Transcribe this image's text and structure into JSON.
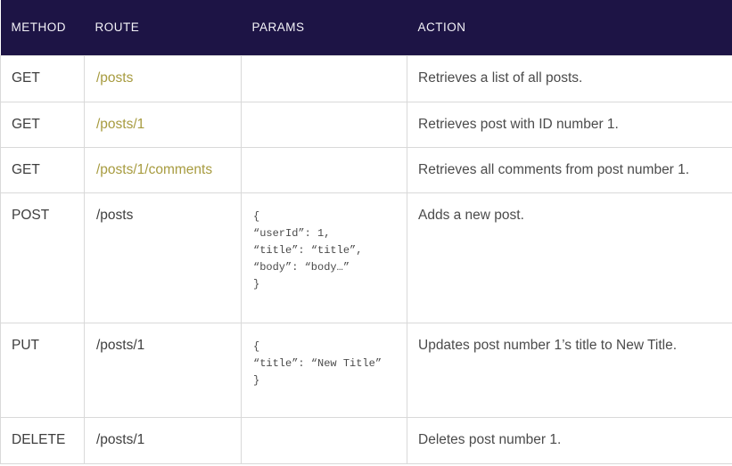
{
  "table": {
    "columns": [
      {
        "label": "METHOD"
      },
      {
        "label": "ROUTE"
      },
      {
        "label": "PARAMS"
      },
      {
        "label": "ACTION"
      }
    ],
    "rows": [
      {
        "method": "GET",
        "route": "/posts",
        "route_class": "route-link",
        "params": "",
        "action": "Retrieves a list of all posts."
      },
      {
        "method": "GET",
        "route": "/posts/1",
        "route_class": "route-link",
        "params": "",
        "action": "Retrieves post with ID number 1."
      },
      {
        "method": "GET",
        "route": "/posts/1/comments",
        "route_class": "route-link",
        "params": "",
        "action": "Retrieves all comments from post number 1."
      },
      {
        "method": "POST",
        "route": "/posts",
        "route_class": "route-plain",
        "params": "{\n“userId”: 1,\n“title”: “title”,\n“body”: “body…”\n}",
        "action": "Adds a new post."
      },
      {
        "method": "PUT",
        "route": "/posts/1",
        "route_class": "route-plain",
        "params": "{\n“title”: “New Title”\n}",
        "action": "Updates post number 1’s title to New Title."
      },
      {
        "method": "DELETE",
        "route": "/posts/1",
        "route_class": "route-plain",
        "params": "",
        "action": "Deletes post number 1."
      }
    ]
  },
  "colors": {
    "header_bg": "#1d1445",
    "route_link": "#a79b3f",
    "border": "#d9d9d9"
  }
}
